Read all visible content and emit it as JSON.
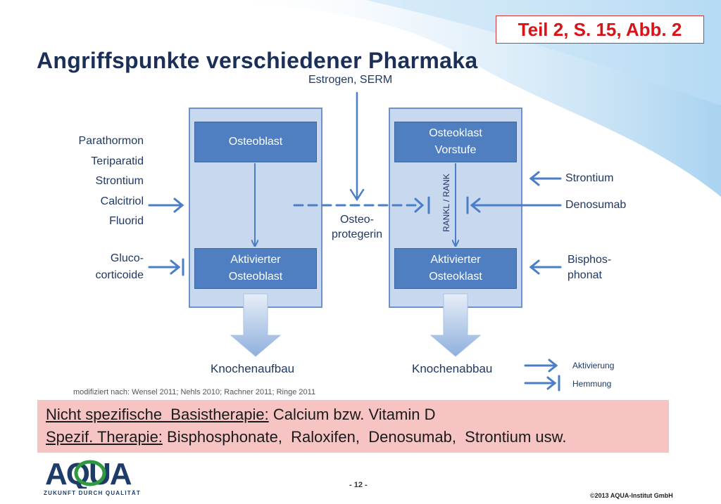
{
  "slide": {
    "reference": "Teil 2, S. 15, Abb. 2",
    "title": "Angriffspunkte verschiedener Pharmaka",
    "estrogen_label": "Estrogen, SERM",
    "left_agents": [
      "Parathormon",
      "Teriparatid",
      "Strontium",
      "Calcitriol",
      "Fluorid"
    ],
    "glucocorticoide": "Gluco-\ncorticoide",
    "osteoblast": "Osteoblast",
    "active_osteoblast": "Aktivierter\nOsteoblast",
    "osteoclast_precursor": "Osteoklast\nVorstufe",
    "active_osteoclast": "Aktivierter\nOsteoklast",
    "rankl_rank": "RANKL / RANK",
    "osteoprotegerin": "Osteo-\nprotegerin",
    "right_agents": {
      "strontium": "Strontium",
      "denosumab": "Denosumab",
      "bisphosphonat": "Bisphos-\nphonat"
    },
    "knochenaufbau": "Knochenaufbau",
    "knochenabbau": "Knochenabbau",
    "legend": {
      "activation": "Aktivierung",
      "inhibition": "Hemmung"
    },
    "source": "modifiziert nach: Wensel 2011; Nehls 2010; Rachner 2011; Ringe 2011",
    "basis_label": "Nicht spezifische  Basistherapie:",
    "basis_value": " Calcium bzw. Vitamin D",
    "specific_label": "Spezif. Therapie:",
    "specific_value": " Bisphosphonate,  Raloxifen,  Denosumab,  Strontium usw.",
    "page_number": "- 12 -",
    "copyright": "©2013 AQUA-Institut GmbH",
    "logo_text": "AQUA",
    "logo_tagline": "ZUKUNFT DURCH QUALITÄT",
    "colors": {
      "arrow": "#4a7ec6",
      "box": "#4f7fc0",
      "panel": "#c8d8ef",
      "title": "#1b2f57",
      "reference": "#d8141b",
      "band": "#f7c4c4"
    }
  }
}
